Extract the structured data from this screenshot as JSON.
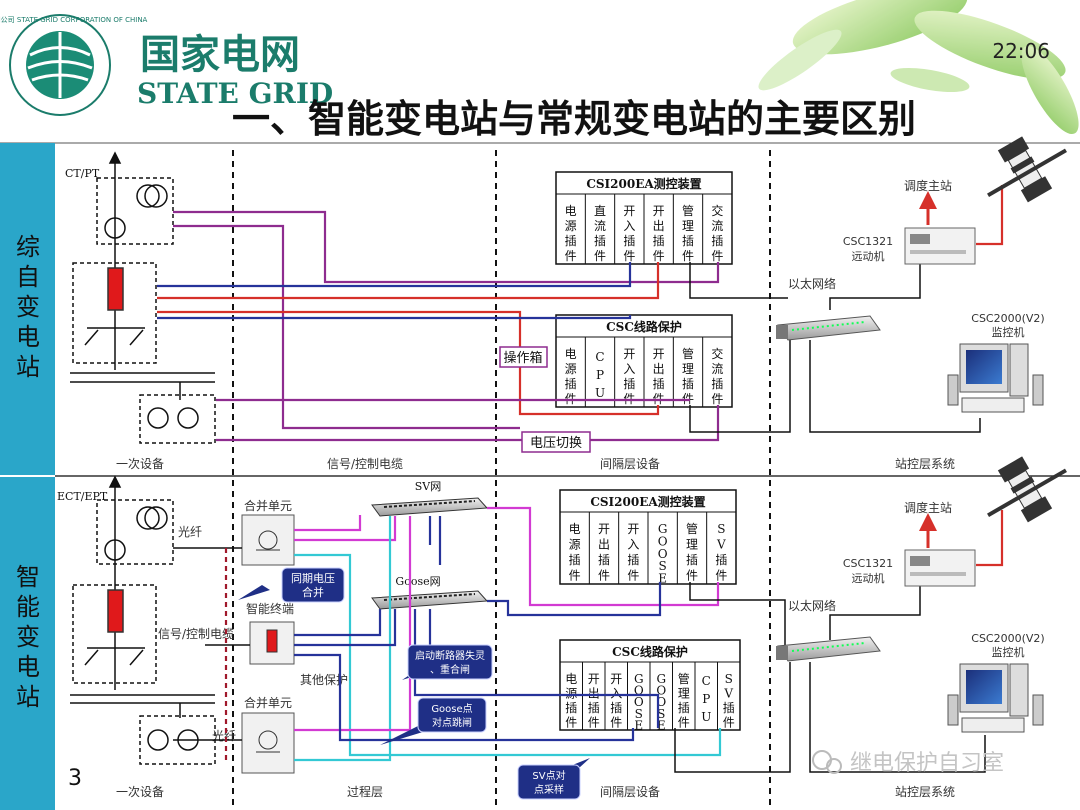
{
  "header": {
    "brand_cn": "国家电网",
    "brand_en": "STATE GRID",
    "logo_ring_text": "国家电网公司 STATE GRID CORPORATION OF CHINA",
    "time": "22:06",
    "title": "一、智能变电站与常规变电站的主要区别"
  },
  "side_labels": {
    "top": "综自变电站",
    "bottom": "智能变电站"
  },
  "top_section": {
    "ctpt": "CT/PT",
    "device1": {
      "title": "CSI200EA测控装置",
      "slots": [
        "电源插件",
        "直流插件",
        "开入插件",
        "开出插件",
        "管理插件",
        "交流插件"
      ]
    },
    "device2": {
      "title": "CSC线路保护",
      "slots": [
        "电源插件",
        "CPU",
        "开入插件",
        "开出插件",
        "管理插件",
        "交流插件"
      ]
    },
    "op_box": "操作箱",
    "volt_switch": "电压切换",
    "dispatch": "调度主站",
    "remote_name": "CSC1321",
    "remote_sub": "远动机",
    "ethernet": "以太网络",
    "monitor_name": "CSC2000(V2)",
    "monitor_sub": "监控机",
    "col_labels": [
      "一次设备",
      "信号/控制电缆",
      "间隔层设备",
      "站控层系统"
    ]
  },
  "bottom_section": {
    "ectept": "ECT/EPT",
    "fiber1": "光纤",
    "fiber2": "光纤",
    "merge1": "合并单元",
    "merge2": "合并单元",
    "smart_term": "智能终端",
    "signal_cable": "信号/控制电缆",
    "other_prot": "其他保护",
    "sv_net": "SV网",
    "goose_net": "Goose网",
    "device1": {
      "title": "CSI200EA测控装置",
      "slots": [
        "电源插件",
        "开出插件",
        "开入插件",
        "GOOSE",
        "管理插件",
        "SV插件"
      ]
    },
    "device2": {
      "title": "CSC线路保护",
      "slots": [
        "电源插件",
        "开出插件",
        "开入插件",
        "GOOSE",
        "GOOSE",
        "管理插件",
        "CPU",
        "SV插件"
      ]
    },
    "callouts": {
      "sync": "同期电压合并",
      "breaker": "启动断路器失灵、重合闸",
      "goose_trip": "Goose点对点跳闸",
      "sv_p2p": "SV点对点采样"
    },
    "dispatch": "调度主站",
    "remote_name": "CSC1321",
    "remote_sub": "远动机",
    "ethernet": "以太网络",
    "monitor_name": "CSC2000(V2)",
    "monitor_sub": "监控机",
    "col_labels": [
      "一次设备",
      "过程层",
      "间隔层设备",
      "站控层系统"
    ]
  },
  "footer": {
    "page": "3",
    "watermark": "继电保护自习室"
  },
  "colors": {
    "side_panel": "#2aa6c9",
    "title_green": "#1b7c6b",
    "purple": "#8e2c8f",
    "red": "#d6302a",
    "blue": "#26339a",
    "magenta": "#d23ad2",
    "cyan": "#33c9d4",
    "callout": "#1f2f86"
  }
}
